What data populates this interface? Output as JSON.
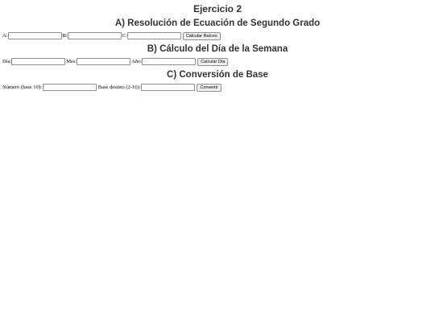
{
  "page": {
    "title": "Ejercicio 2"
  },
  "section_a": {
    "heading": "A) Resolución de Ecuación de Segundo Grado",
    "label_a": "A:",
    "label_b": "B:",
    "label_c": "C:",
    "input_a_value": "",
    "input_b_value": "",
    "input_c_value": "",
    "button_label": "Calcular Raíces"
  },
  "section_b": {
    "heading": "B) Cálculo del Día de la Semana",
    "label_dia": "Día:",
    "label_mes": "Mes:",
    "label_anio": "Año:",
    "input_dia_value": "",
    "input_mes_value": "",
    "input_anio_value": "",
    "button_label": "Calcular Día"
  },
  "section_c": {
    "heading": "C) Conversión de Base",
    "label_numero": "Número (base 10):",
    "label_base": "Base destino (2-16):",
    "input_numero_value": "",
    "input_base_value": "",
    "button_label": "Convertir"
  }
}
